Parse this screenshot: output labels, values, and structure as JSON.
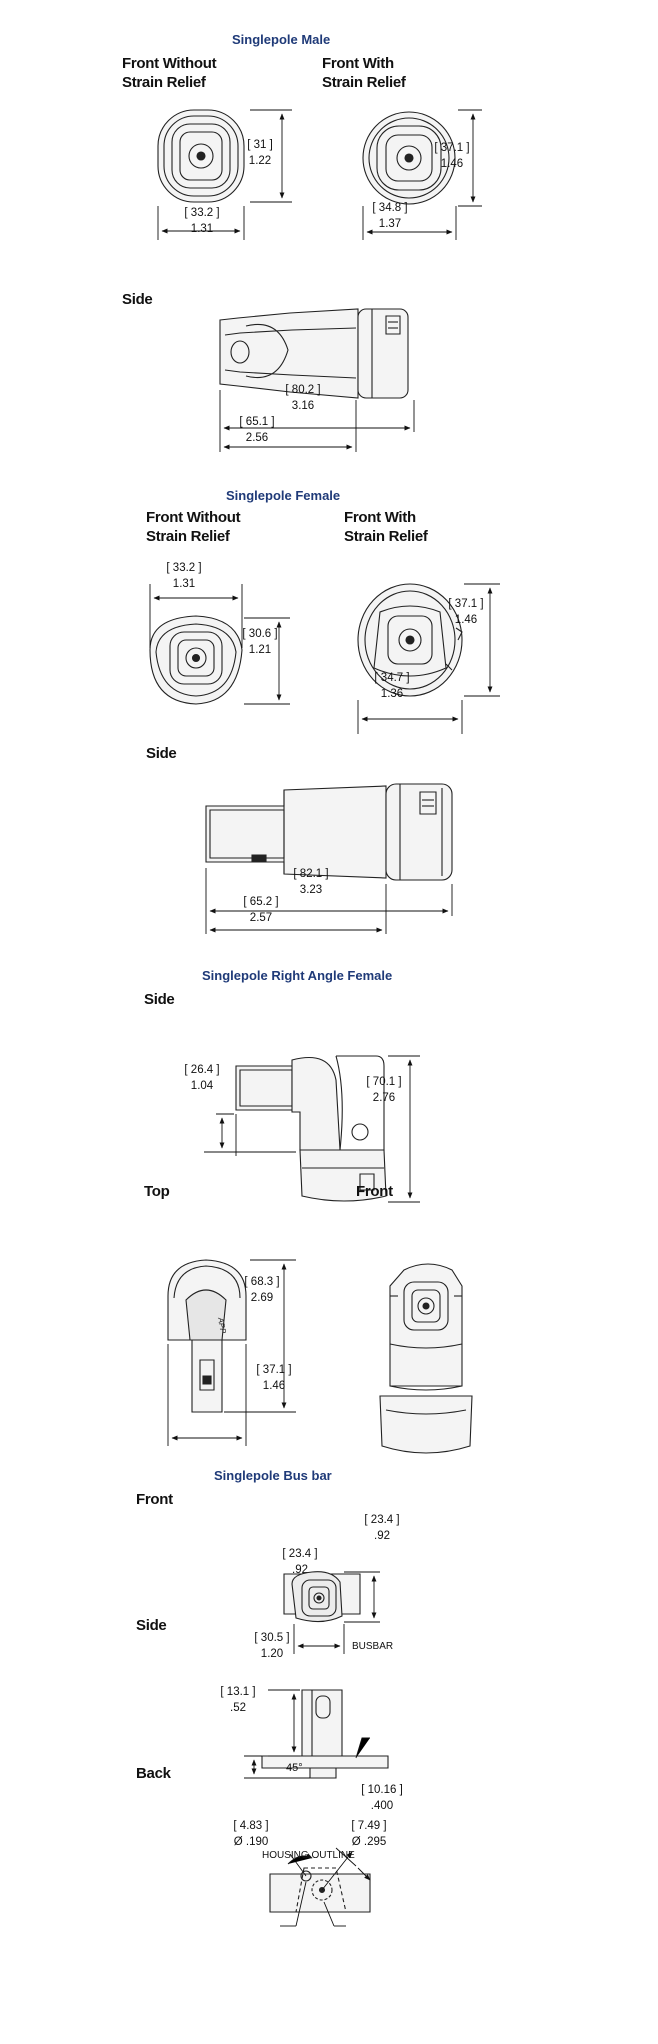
{
  "sections": {
    "male": {
      "title": "Singlepole Male",
      "front_no_relief": [
        "Front Without",
        "Strain Relief"
      ],
      "front_relief": [
        "Front With",
        "Strain Relief"
      ],
      "side": "Side",
      "dims": {
        "d1": [
          "[ 31 ]",
          "1.22"
        ],
        "d2": [
          "[ 33.2 ]",
          "1.31"
        ],
        "d3": [
          "[ 37.1 ]",
          "1.46"
        ],
        "d4": [
          "[ 34.8 ]",
          "1.37"
        ],
        "d5": [
          "[ 80.2 ]",
          "3.16"
        ],
        "d6": [
          "[ 65.1 ]",
          "2.56"
        ]
      }
    },
    "female": {
      "title": "Singlepole Female",
      "front_no_relief": [
        "Front Without",
        "Strain Relief"
      ],
      "front_relief": [
        "Front With",
        "Strain Relief"
      ],
      "side": "Side",
      "dims": {
        "d1": [
          "[ 33.2 ]",
          "1.31"
        ],
        "d2": [
          "[ 30.6 ]",
          "1.21"
        ],
        "d3": [
          "[ 37.1 ]",
          "1.46"
        ],
        "d4": [
          "[ 34.7 ]",
          "1.36"
        ],
        "d5": [
          "[ 82.1 ]",
          "3.23"
        ],
        "d6": [
          "[ 65.2 ]",
          "2.57"
        ]
      }
    },
    "right_angle": {
      "title": "Singlepole Right Angle Female",
      "side": "Side",
      "top": "Top",
      "front": "Front",
      "dims": {
        "d1": [
          "[ 26.4 ]",
          "1.04"
        ],
        "d2": [
          "[ 70.1 ]",
          "2.76"
        ],
        "d3": [
          "[ 68.3 ]",
          "2.69"
        ],
        "d4": [
          "[ 37.1 ]",
          "1.46"
        ]
      }
    },
    "busbar": {
      "title": "Singlepole Bus bar",
      "front": "Front",
      "side": "Side",
      "back": "Back",
      "dims": {
        "d1": [
          "[ 23.4 ]",
          ".92"
        ],
        "d2": [
          "[ 23.4 ]",
          ".92"
        ],
        "d3": [
          "[ 30.5 ]",
          "1.20"
        ],
        "d4": [
          "[ 13.1 ]",
          ".52"
        ],
        "d5": [
          "[ 10.16 ]",
          ".400"
        ],
        "d6": [
          "[ 4.83 ]",
          "Ø .190"
        ],
        "d7": [
          "[ 7.49 ]",
          "Ø .295"
        ]
      },
      "angle": "45°",
      "busbar_label": "BUSBAR",
      "housing_label": "HOUSING OUTLINE"
    }
  },
  "icons": [
    "connector-front-icon",
    "connector-side-icon",
    "dimension-arrow-icon"
  ],
  "colors": {
    "title": "#1f3a78",
    "line": "#222222",
    "body": "#f2f2f2"
  }
}
